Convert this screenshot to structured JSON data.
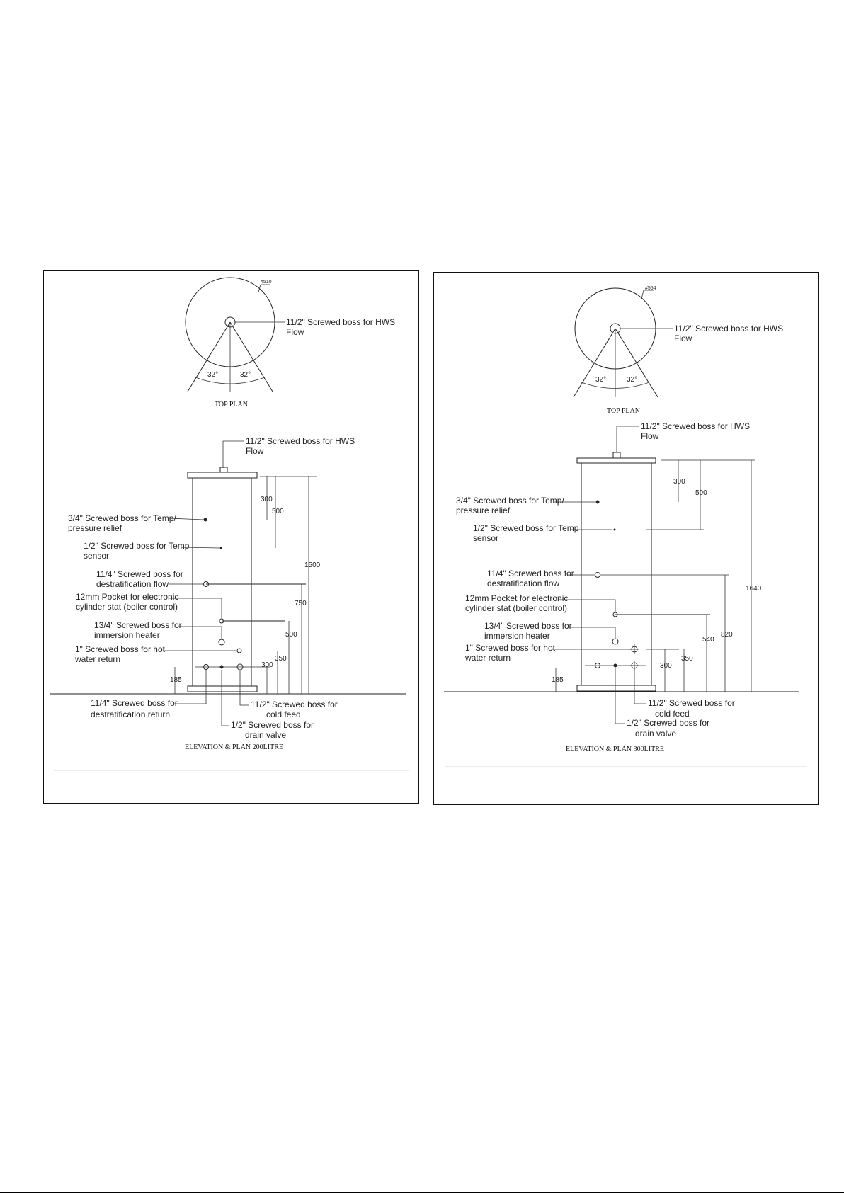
{
  "panels": [
    {
      "id": "200",
      "title": "ELEVATION & PLAN 200LITRE",
      "top_plan": "TOP PLAN",
      "diameter": "#510",
      "angle_left": "32°",
      "angle_right": "32°",
      "plan_label_1": "11/2\" Screwed boss for HWS",
      "plan_label_2": "Flow",
      "top_label_1": "11/2\" Screwed boss for HWS",
      "top_label_2": "Flow",
      "labels": [
        "3/4\" Screwed boss for Temp/",
        "pressure relief",
        "1/2\" Screwed boss for Temp",
        "sensor",
        "11/4\" Screwed boss for",
        "destratification flow",
        "12mm Pocket for electronic",
        "cylinder stat (boiler control)",
        "13/4\" Screwed boss for",
        "immersion heater",
        "1\" Screwed boss for hot",
        "water return"
      ],
      "bottom_labels": [
        "11/4\" Screwed boss for",
        "destratification return",
        "11/2\" Screwed boss for",
        "cold feed",
        "1/2\" Screwed boss for",
        "drain valve"
      ],
      "dims": [
        "300",
        "500",
        "1500",
        "750",
        "500",
        "350",
        "300",
        "185"
      ]
    },
    {
      "id": "300",
      "title": "ELEVATION & PLAN 300LITRE",
      "top_plan": "TOP PLAN",
      "diameter": "#554",
      "angle_left": "32°",
      "angle_right": "32°",
      "plan_label_1": "11/2\" Screwed boss for HWS",
      "plan_label_2": "Flow",
      "top_label_1": "11/2\" Screwed boss for HWS",
      "top_label_2": "Flow",
      "labels": [
        "3/4\" Screwed boss for Temp/",
        "pressure relief",
        "1/2\" Screwed boss for Temp",
        "sensor",
        "11/4\" Screwed boss for",
        "destratification flow",
        "12mm Pocket for electronic",
        "cylinder stat (boiler control)",
        "13/4\" Screwed boss for",
        "immersion heater",
        "1\" Screwed boss for hot",
        "water return"
      ],
      "bottom_labels": [
        "11/2\" Screwed boss for",
        "cold feed",
        "1/2\" Screwed boss for",
        "drain valve"
      ],
      "dims": [
        "300",
        "500",
        "1640",
        "820",
        "540",
        "350",
        "300",
        "185"
      ]
    }
  ]
}
